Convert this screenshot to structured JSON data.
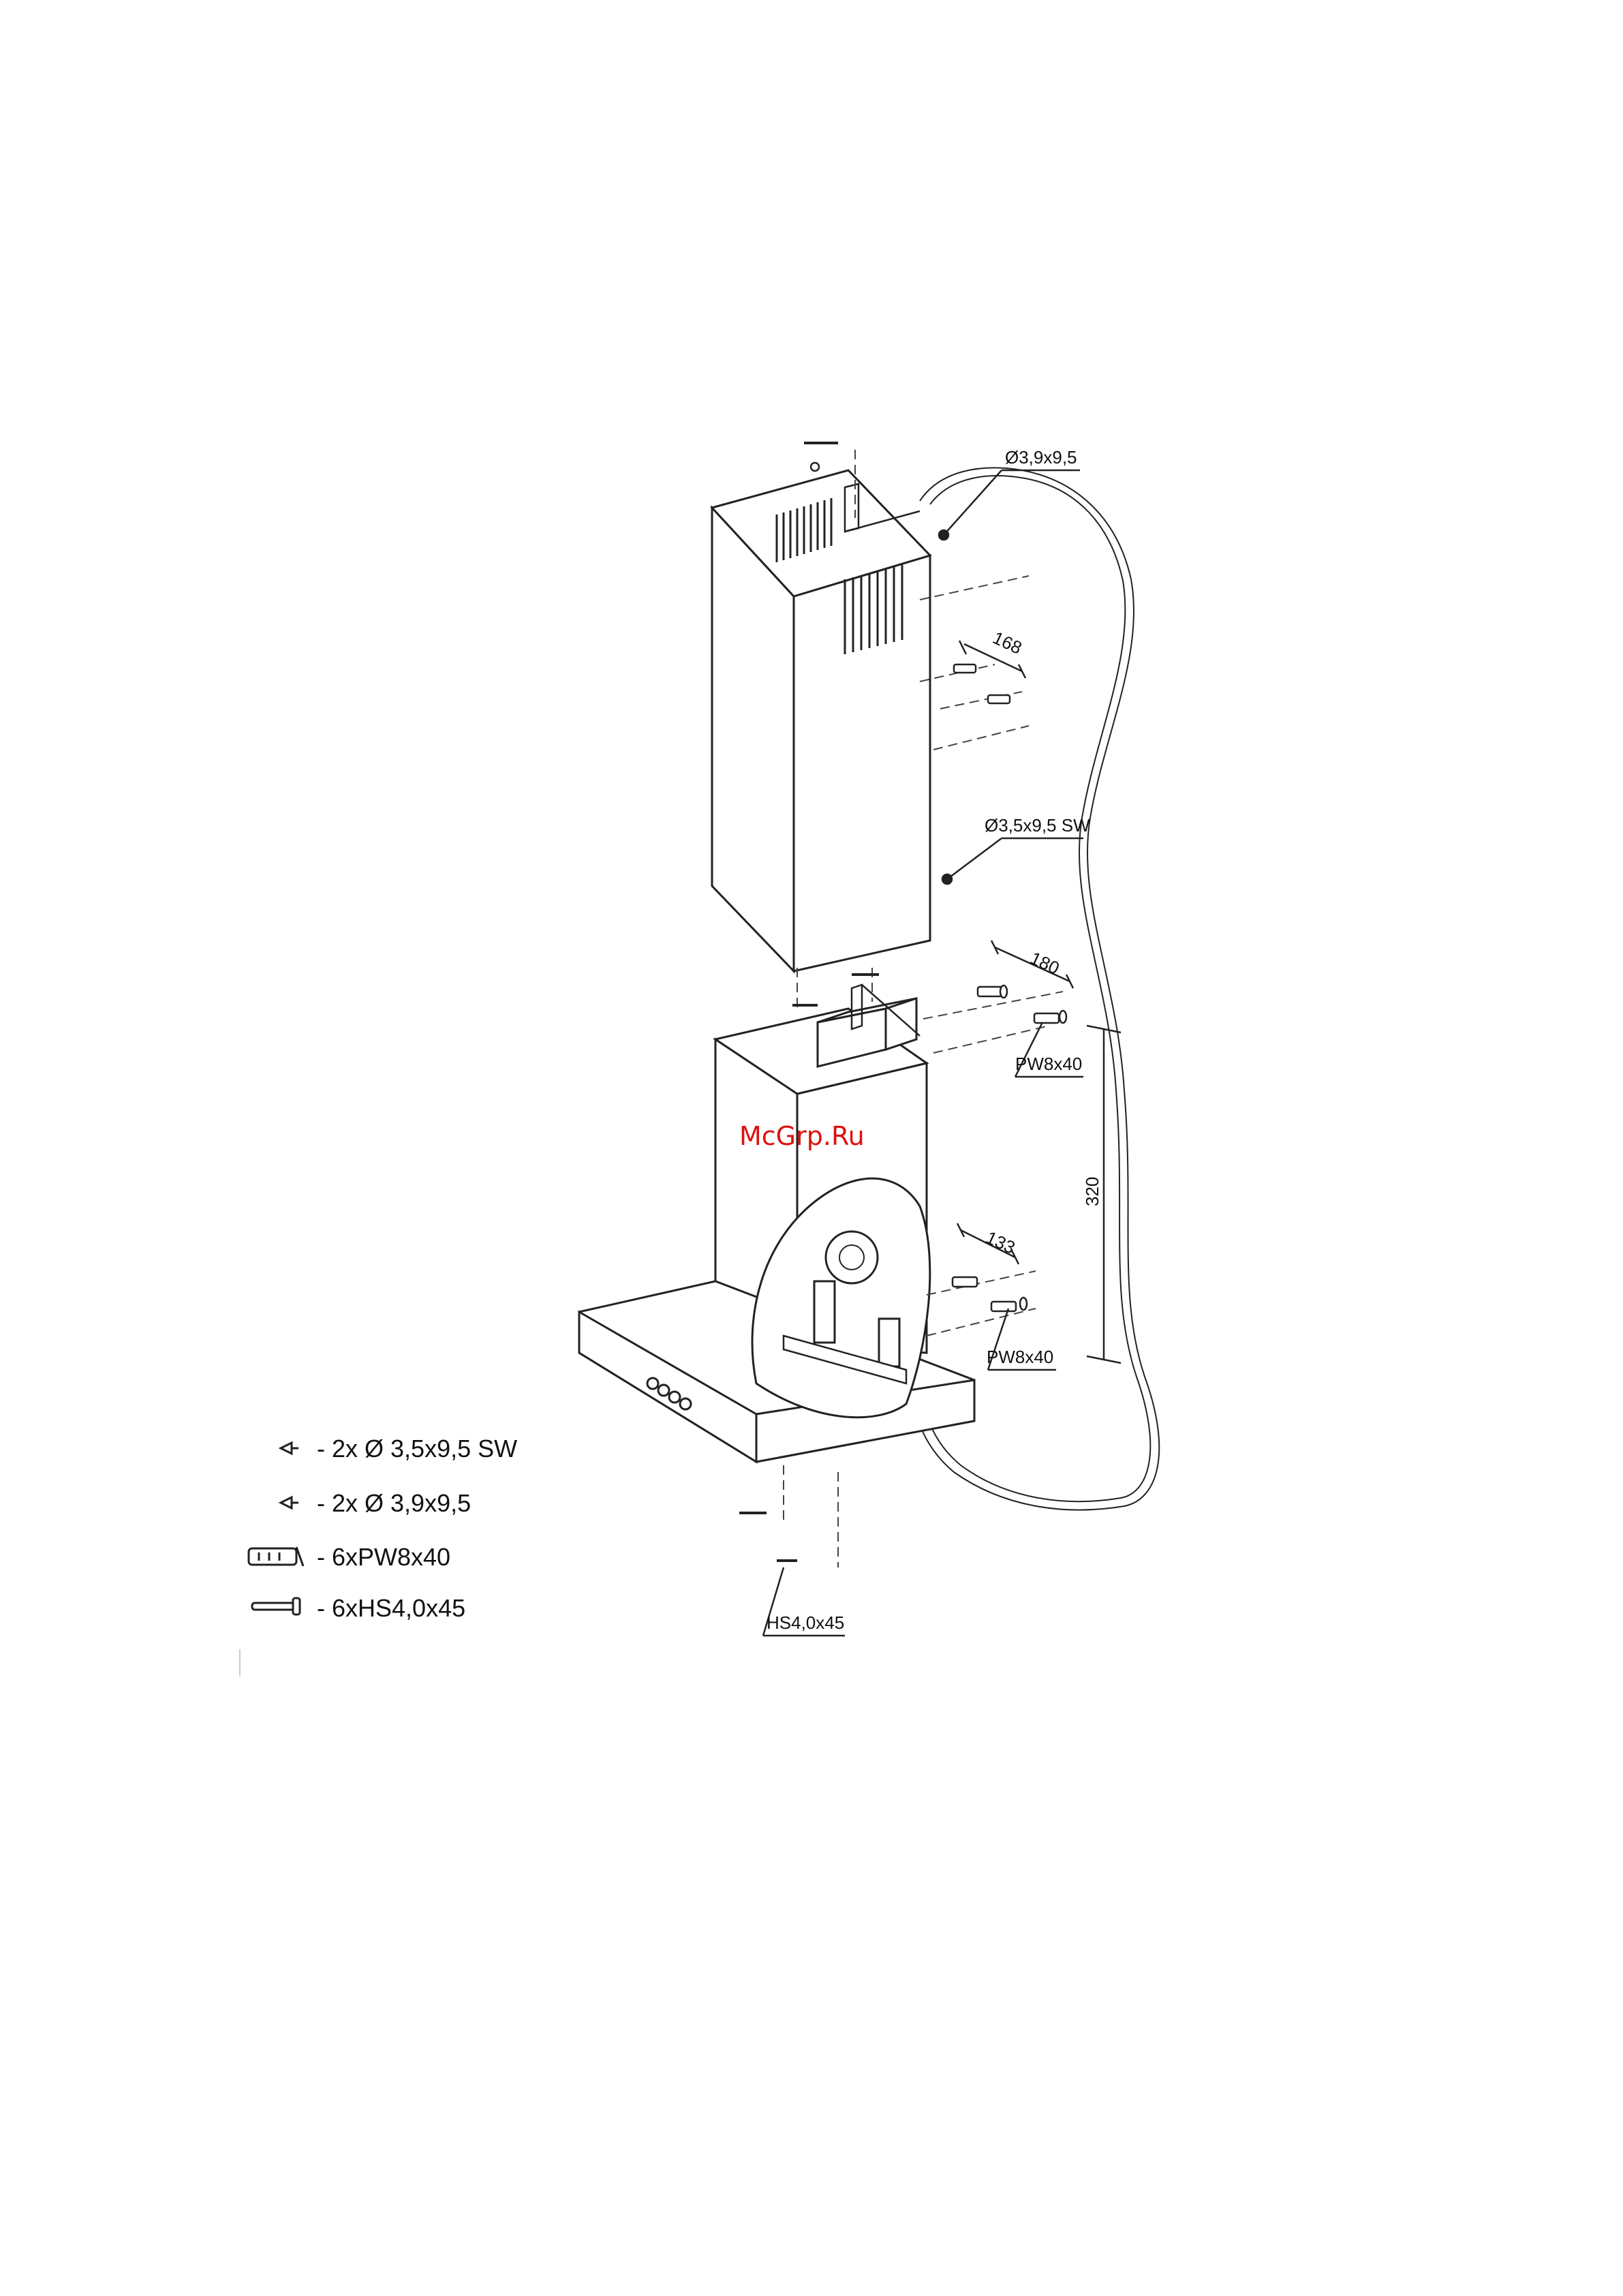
{
  "labels": {
    "screw_top": "Ø3,9x9,5",
    "screw_side": "Ø3,5x9,5 SW",
    "dim_168": "168",
    "dim_180": "180",
    "dim_133": "133",
    "dim_320": "320",
    "plug_upper": "PW8x40",
    "plug_lower": "PW8x40",
    "screw_bottom": "HS4,0x45"
  },
  "watermark": "McGrp.Ru",
  "legend": [
    {
      "icon": "screw-sw-icon",
      "text": "- 2x Ø 3,5x9,5 SW"
    },
    {
      "icon": "screw-icon",
      "text": "- 2x Ø 3,9x9,5"
    },
    {
      "icon": "wall-plug-icon",
      "text": "- 6xPW8x40"
    },
    {
      "icon": "long-screw-icon",
      "text": "- 6xHS4,0x45"
    }
  ],
  "colors": {
    "line": "#222222",
    "watermark": "#dd1111"
  }
}
